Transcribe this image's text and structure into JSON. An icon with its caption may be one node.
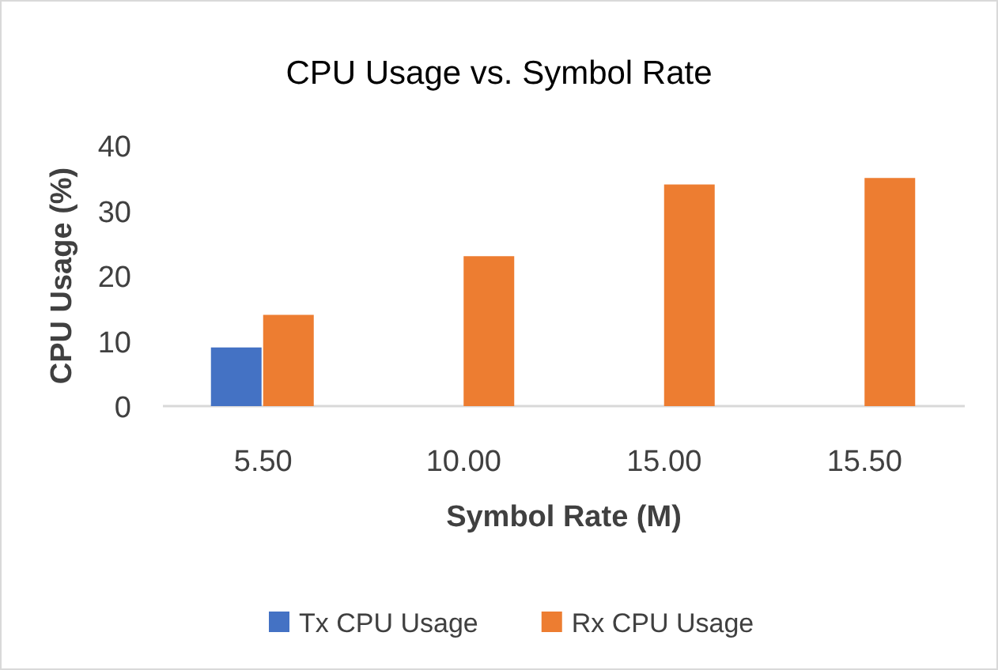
{
  "diagram": {
    "chart_data": {
      "type": "bar",
      "title": "CPU Usage vs. Symbol Rate",
      "xlabel": "Symbol Rate (M)",
      "ylabel": "CPU Usage (%)",
      "categories": [
        "5.50",
        "10.00",
        "15.00",
        "15.50"
      ],
      "series": [
        {
          "name": "Tx CPU Usage",
          "color": "#4472c4",
          "values": [
            9,
            null,
            null,
            null
          ]
        },
        {
          "name": "Rx CPU Usage",
          "color": "#ed7d31",
          "values": [
            14,
            23,
            34,
            35
          ]
        }
      ],
      "ylim": [
        0,
        40
      ],
      "yticks": [
        0,
        10,
        20,
        30,
        40
      ],
      "legend": "bottom"
    }
  }
}
